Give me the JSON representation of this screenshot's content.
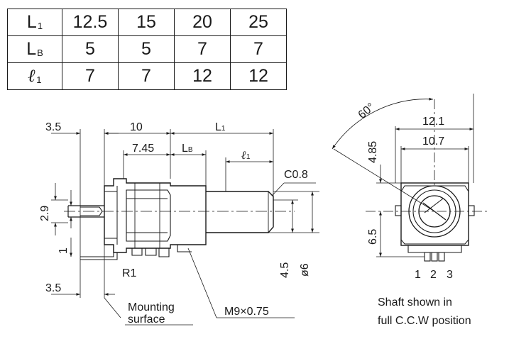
{
  "table": {
    "rows": [
      {
        "label": "L",
        "sub": "1",
        "values": [
          "12.5",
          "15",
          "20",
          "25"
        ]
      },
      {
        "label": "L",
        "sub": "B",
        "values": [
          "5",
          "5",
          "7",
          "7"
        ]
      },
      {
        "label": "ℓ",
        "sub": "1",
        "values": [
          "7",
          "7",
          "12",
          "12"
        ]
      }
    ]
  },
  "side_view": {
    "dim_top_left": "3.5",
    "dim_top_mid": "10",
    "dim_top_right_label": "L",
    "dim_top_right_sub": "1",
    "dim_745": "7.45",
    "dim_lb_label": "L",
    "dim_lb_sub": "B",
    "dim_l1_label": "ℓ",
    "dim_l1_sub": "1",
    "chamfer": "C0.8",
    "dim_left_29": "2.9",
    "dim_left_1": "1",
    "dim_right_45": "4.5",
    "dim_right_6": "ø6",
    "r1": "R1",
    "dim_bottom_35": "3.5",
    "mount_line1": "Mounting",
    "mount_line2": "surface",
    "thread": "M9×0.75"
  },
  "front_view": {
    "angle": "60°",
    "dim_121": "12.1",
    "dim_107": "10.7",
    "dim_485": "4.85",
    "dim_65": "6.5",
    "pin1": "1",
    "pin2": "2",
    "pin3": "3",
    "caption1": "Shaft shown in",
    "caption2": "full C.C.W position"
  }
}
